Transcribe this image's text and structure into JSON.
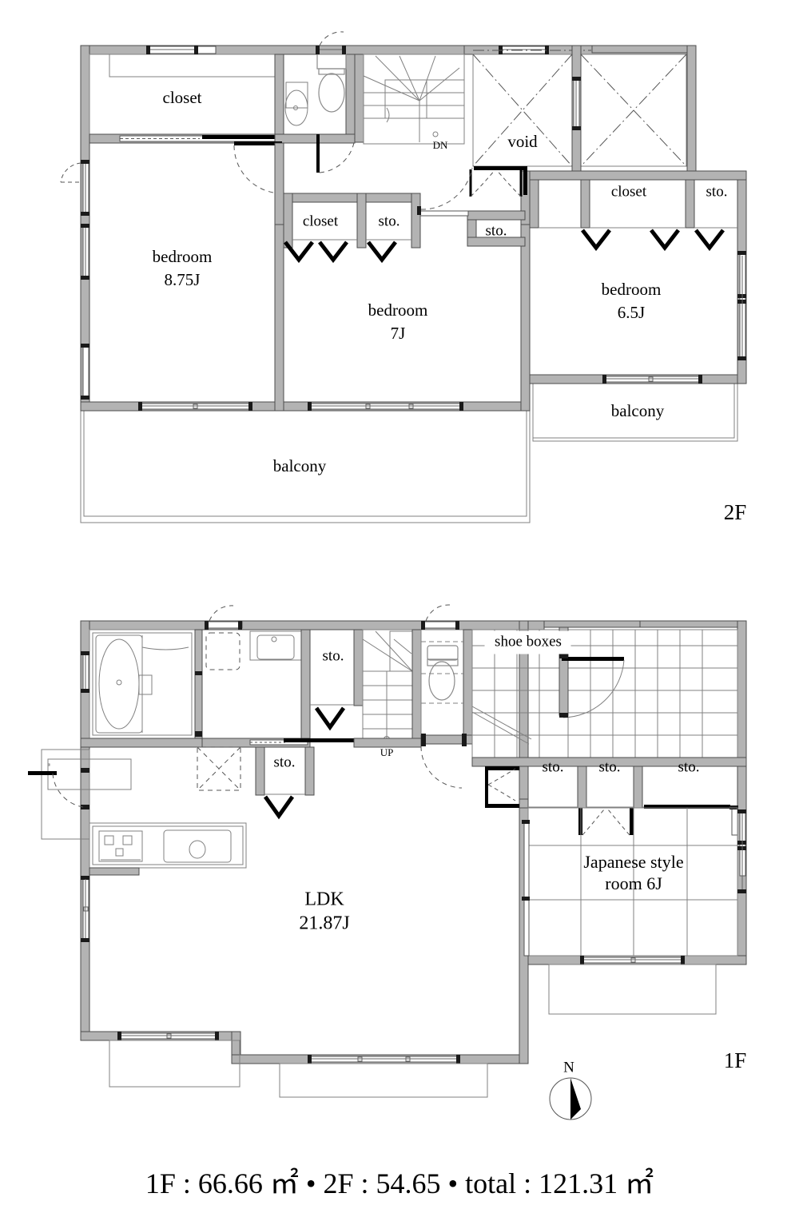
{
  "document": {
    "type": "residential-floor-plan",
    "caption": "1F : 66.66 ㎡ • 2F : 54.65 • total : 121.31 ㎡",
    "area_1f": "66.66",
    "area_2f": "54.65",
    "area_total": "121.31",
    "unit": "㎡"
  },
  "floors": [
    {
      "tag": "2F",
      "rooms": [
        {
          "name": "closet",
          "label": "closet",
          "size": ""
        },
        {
          "name": "bedroom-875",
          "label": "bedroom",
          "size": "8.75J"
        },
        {
          "name": "bedroom-7",
          "label": "bedroom",
          "size": "7J"
        },
        {
          "name": "bedroom-65",
          "label": "bedroom",
          "size": "6.5J"
        },
        {
          "name": "void",
          "label": "void",
          "size": ""
        },
        {
          "name": "balcony-main",
          "label": "balcony",
          "size": ""
        },
        {
          "name": "balcony-east",
          "label": "balcony",
          "size": ""
        }
      ],
      "storages": [
        {
          "label": "closet"
        },
        {
          "label": "sto."
        },
        {
          "label": "sto."
        },
        {
          "label": "closet"
        },
        {
          "label": "sto."
        }
      ],
      "annotations": [
        {
          "label": "DN"
        }
      ]
    },
    {
      "tag": "1F",
      "rooms": [
        {
          "name": "ldk",
          "label": "LDK",
          "size": "21.87J"
        },
        {
          "name": "japanese-room",
          "label": "Japanese style",
          "label2": "room 6J",
          "size": "6J"
        }
      ],
      "storages": [
        {
          "label": "sto."
        },
        {
          "label": "sto."
        },
        {
          "label": "sto."
        },
        {
          "label": "sto."
        },
        {
          "label": "sto."
        }
      ],
      "annotations": [
        {
          "label": "UP"
        },
        {
          "label": "shoe boxes"
        }
      ]
    }
  ],
  "compass": {
    "label": "N"
  },
  "labels": {
    "closet": "closet",
    "sto": "sto.",
    "bedroom": "bedroom",
    "void": "void",
    "balcony": "balcony",
    "ldk": "LDK",
    "ldk_size": "21.87J",
    "bed875": "8.75J",
    "bed7": "7J",
    "bed65": "6.5J",
    "japanese1": "Japanese style",
    "japanese2": "room 6J",
    "shoeboxes": "shoe boxes",
    "up": "UP",
    "dn": "DN",
    "north": "N",
    "tag2f": "2F",
    "tag1f": "1F"
  },
  "colors": {
    "wall_fill": "#b3b3b3",
    "wall_stroke": "#555555",
    "thin_line": "#808080",
    "text": "#000000",
    "background": "#ffffff"
  }
}
